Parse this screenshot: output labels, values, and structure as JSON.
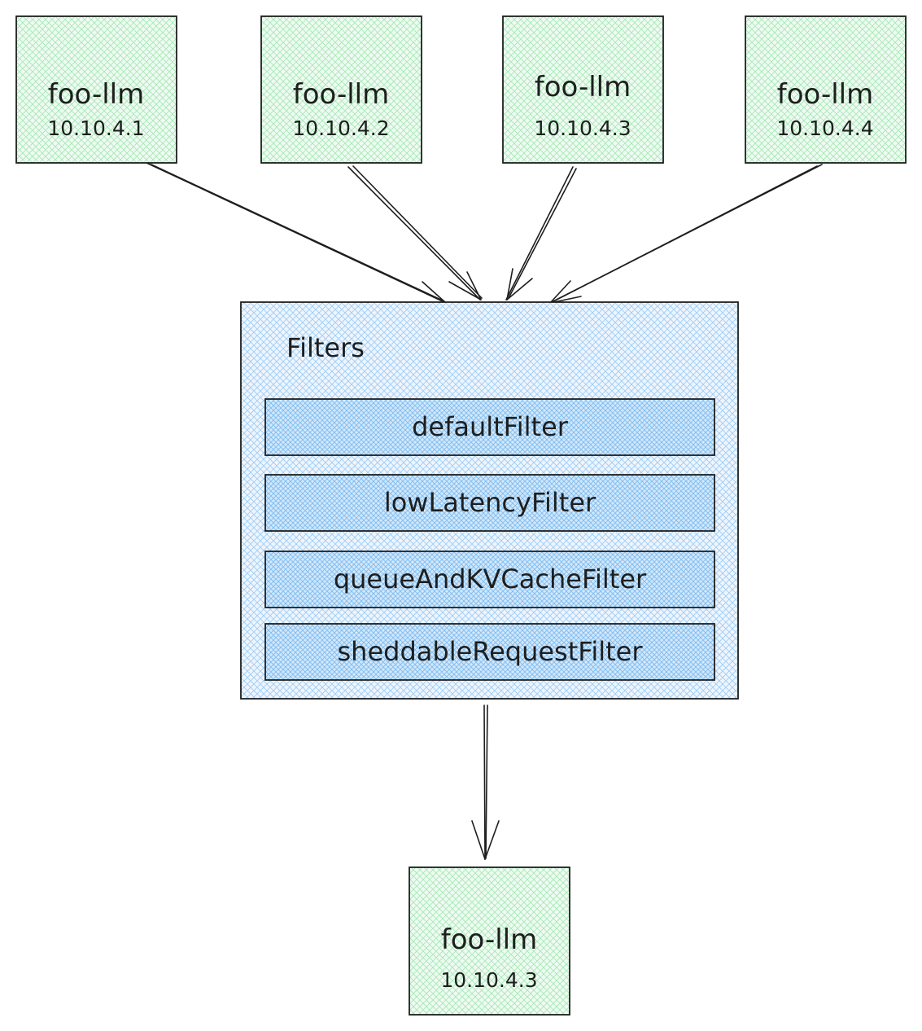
{
  "sources": [
    {
      "name": "foo-llm",
      "ip": "10.10.4.1"
    },
    {
      "name": "foo-llm",
      "ip": "10.10.4.2"
    },
    {
      "name": "foo-llm",
      "ip": "10.10.4.3"
    },
    {
      "name": "foo-llm",
      "ip": "10.10.4.4"
    }
  ],
  "filters": {
    "title": "Filters",
    "items": [
      "defaultFilter",
      "lowLatencyFilter",
      "queueAndKVCacheFilter",
      "sheddableRequestFilter"
    ]
  },
  "target": {
    "name": "foo-llm",
    "ip": "10.10.4.3"
  },
  "colors": {
    "pod_fill": "#e3f7e9",
    "pod_hatch": "#b2f2bb",
    "filter_fill": "#e7f1fc",
    "filter_hatch": "#a5d8ff",
    "stroke": "#1e1e1e"
  }
}
